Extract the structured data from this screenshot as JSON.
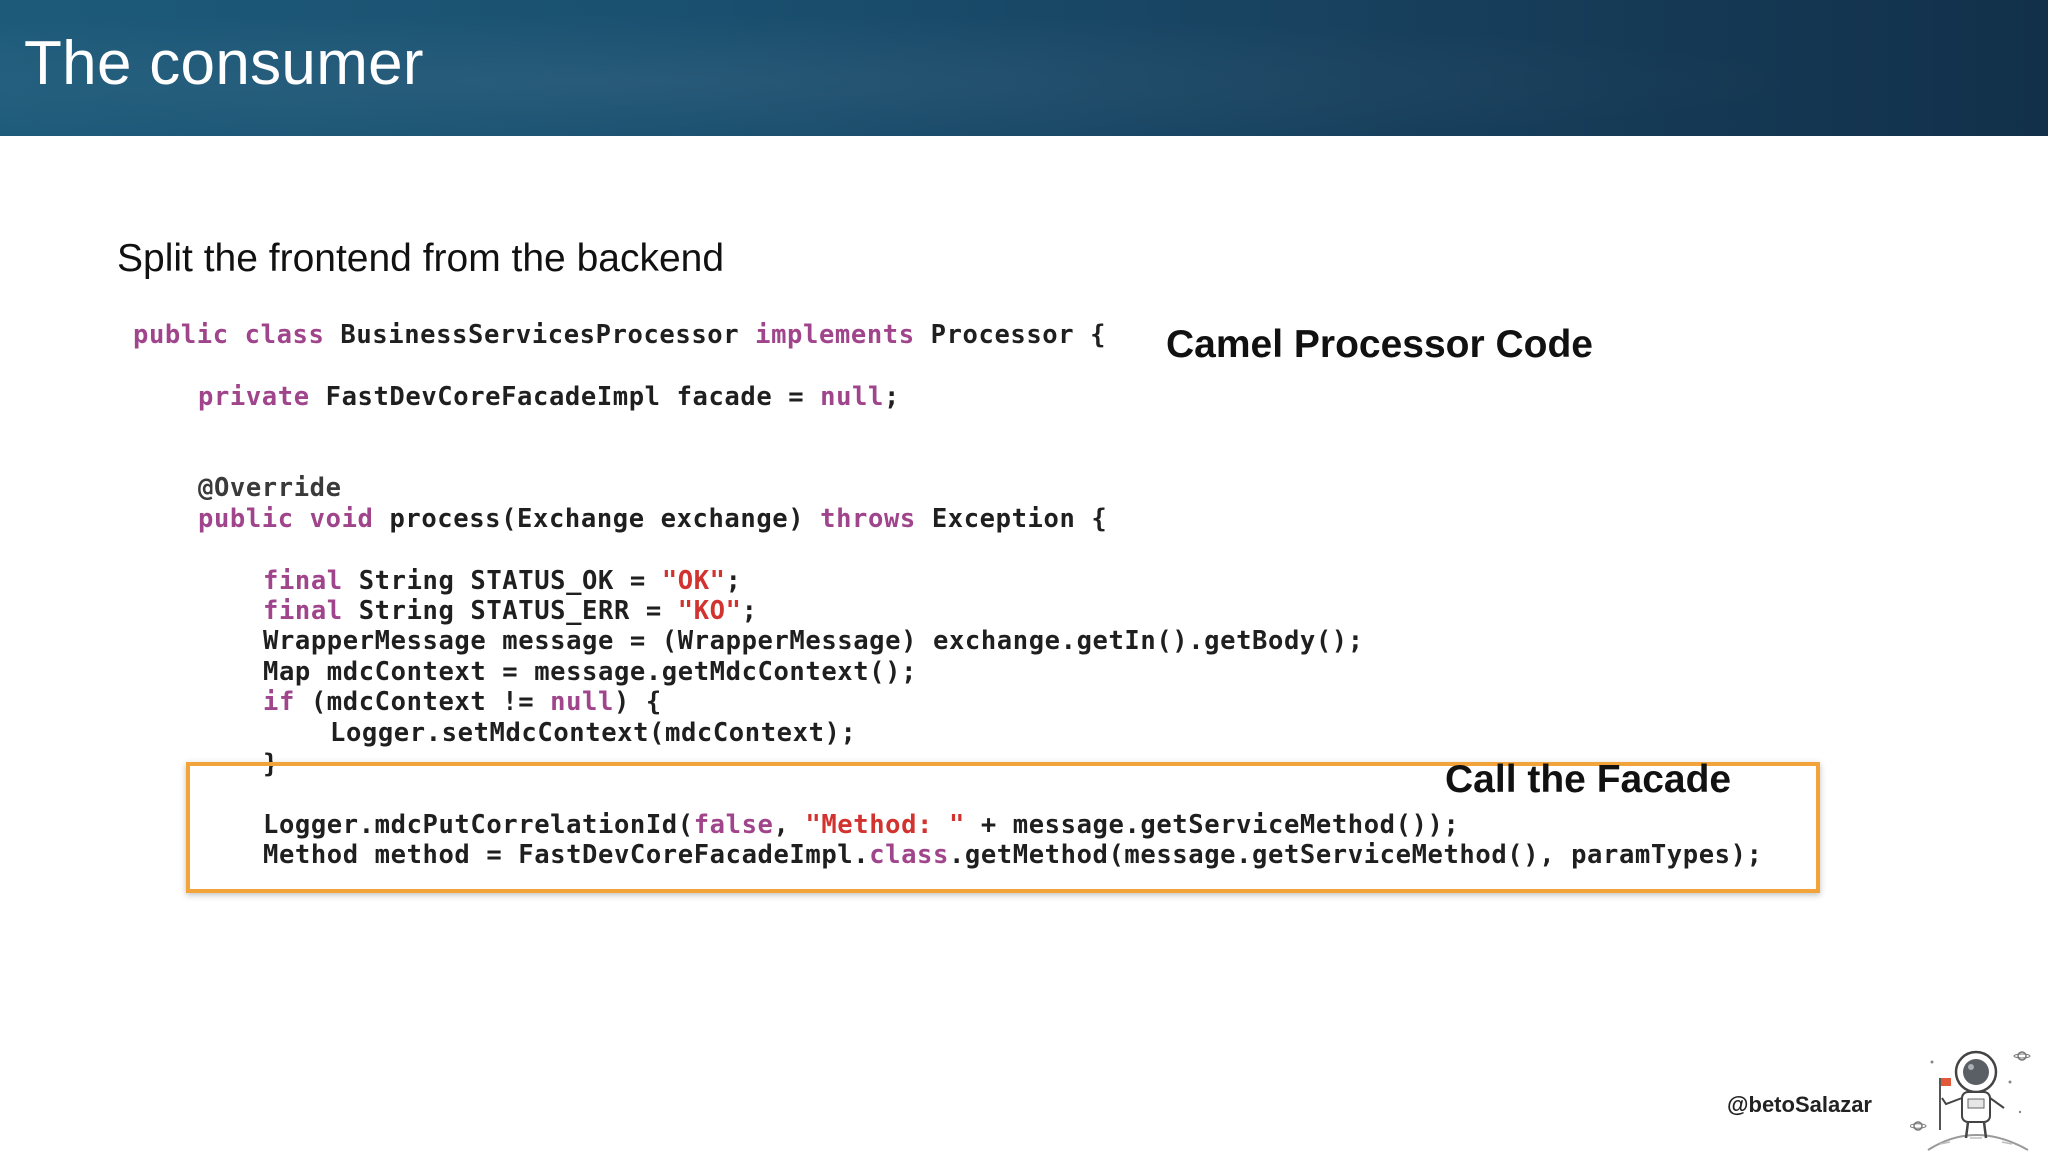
{
  "slide": {
    "title": "The consumer",
    "subtitle": "Split the frontend from the backend",
    "handle": "@betoSalazar"
  },
  "callouts": {
    "processor": "Camel Processor Code",
    "facade": "Call the Facade"
  },
  "code": {
    "l1_kw1": "public class ",
    "l1_rest1": "BusinessServicesProcessor ",
    "l1_kw2": "implements ",
    "l1_rest2": "Processor {",
    "l2_kw": "private ",
    "l2_rest1": "FastDevCoreFacadeImpl facade = ",
    "l2_kw2": "null",
    "l2_rest2": ";",
    "l3": "@Override",
    "l4_kw1": "public void ",
    "l4_rest1": "process(Exchange exchange) ",
    "l4_kw2": "throws ",
    "l4_rest2": "Exception {",
    "l5_kw": "final ",
    "l5_rest": "String STATUS_OK = ",
    "l5_str": "\"OK\"",
    "l5_end": ";",
    "l6_kw": "final ",
    "l6_rest": "String STATUS_ERR = ",
    "l6_str": "\"KO\"",
    "l6_end": ";",
    "l7": "WrapperMessage message = (WrapperMessage) exchange.getIn().getBody();",
    "l8": "Map mdcContext = message.getMdcContext();",
    "l9_kw": "if ",
    "l9_rest1": "(mdcContext != ",
    "l9_kw2": "null",
    "l9_rest2": ") {",
    "l10": "Logger.setMdcContext(mdcContext);",
    "l11": "}",
    "l12_rest1": "Logger.mdcPutCorrelationId(",
    "l12_kw": "false",
    "l12_rest2": ", ",
    "l12_str": "\"Method: \"",
    "l12_rest3": " + message.getServiceMethod());",
    "l13_rest1": "Method method = FastDevCoreFacadeImpl.",
    "l13_kw": "class",
    "l13_rest2": ".getMethod(message.getServiceMethod(), paramTypes);"
  },
  "colors": {
    "title_bar": "#1a4f6f",
    "keyword": "#a0448c",
    "string": "#d2332f",
    "highlight_border": "#f2a33a"
  },
  "icons": {
    "mascot": "astronaut-icon"
  }
}
